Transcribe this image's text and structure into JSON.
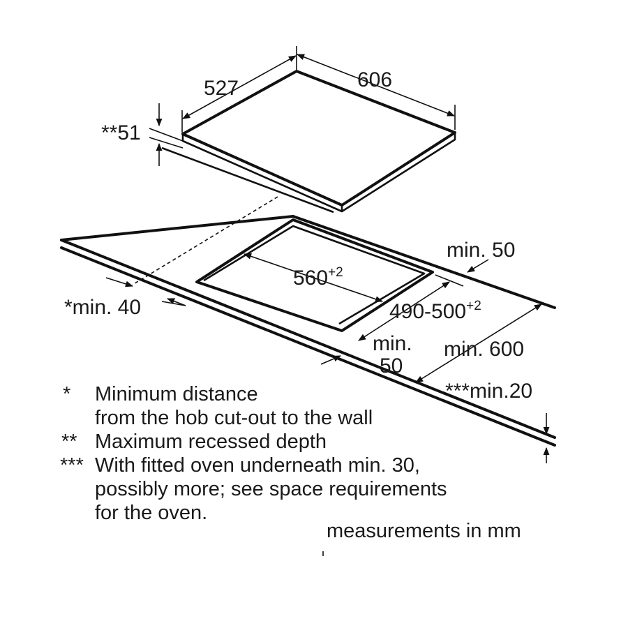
{
  "hob": {
    "depth": "527",
    "width": "606",
    "recess": "**51"
  },
  "cutout": {
    "width_base": "560",
    "width_tol": "+2",
    "depth_base": "490-500",
    "depth_tol": "+2",
    "min_front_line1": "min.",
    "min_front_line2": "50",
    "min_back": "min. 50",
    "min_wall": "*min. 40"
  },
  "worktop": {
    "min_depth": "min. 600",
    "min_thickness": "***min.20"
  },
  "notes": [
    {
      "marker": "*",
      "lines": [
        "Minimum distance",
        "from the hob cut-out to the wall"
      ]
    },
    {
      "marker": "**",
      "lines": [
        "Maximum recessed depth"
      ]
    },
    {
      "marker": "***",
      "lines": [
        "With fitted oven underneath min. 30,",
        "possibly more; see space requirements",
        "for the oven."
      ]
    }
  ],
  "units_note": "measurements in mm"
}
